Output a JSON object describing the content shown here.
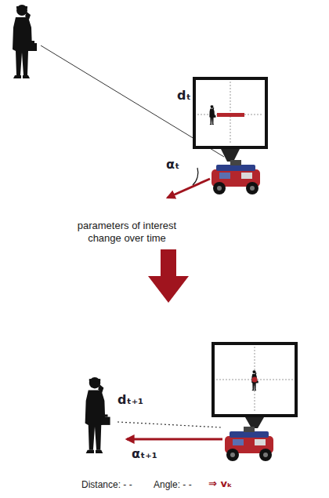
{
  "diagram": {
    "labels": [
      "dₜ",
      "αₜ",
      "parameters of interest change over time",
      "dₜ₊₁",
      "αₜ₊₁",
      "Distance: - -",
      "Angle: - -",
      "⇒ vₖ"
    ]
  }
}
